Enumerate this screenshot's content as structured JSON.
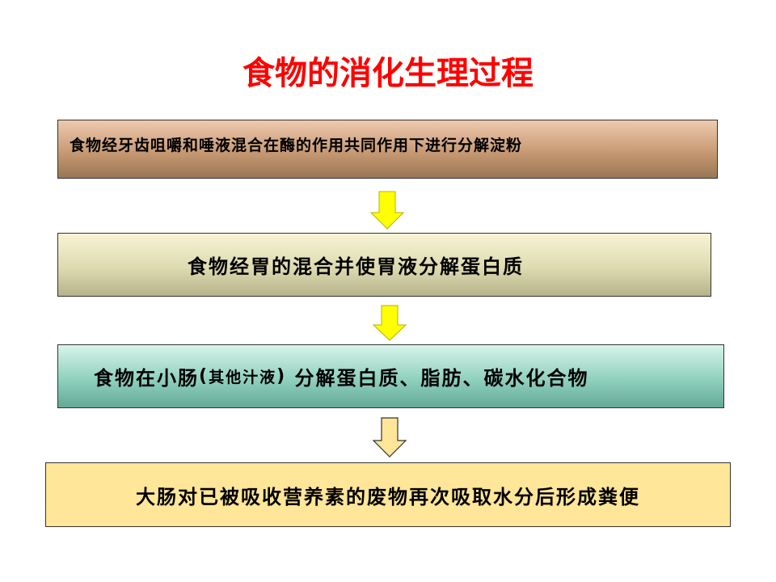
{
  "title": "食物的消化生理过程",
  "steps": [
    {
      "text": "食物经牙齿咀嚼和唾液混合在酶的作用共同作用下进行分解淀粉"
    },
    {
      "text": "食物经胃的混合并使胃液分解蛋白质"
    },
    {
      "pre": "食物在小肠",
      "paren_open": "(",
      "paren_inner": "其他汁液",
      "paren_close": ")",
      "post": " 分解蛋白质、脂肪、碳水化合物"
    },
    {
      "text": "大肠对已被吸收营养素的废物再次吸取水分后形成粪便"
    }
  ],
  "colors": {
    "title": "#ff0000",
    "arrow_filled": "#ffff00",
    "arrow_outline_fill": "#ffe699"
  }
}
